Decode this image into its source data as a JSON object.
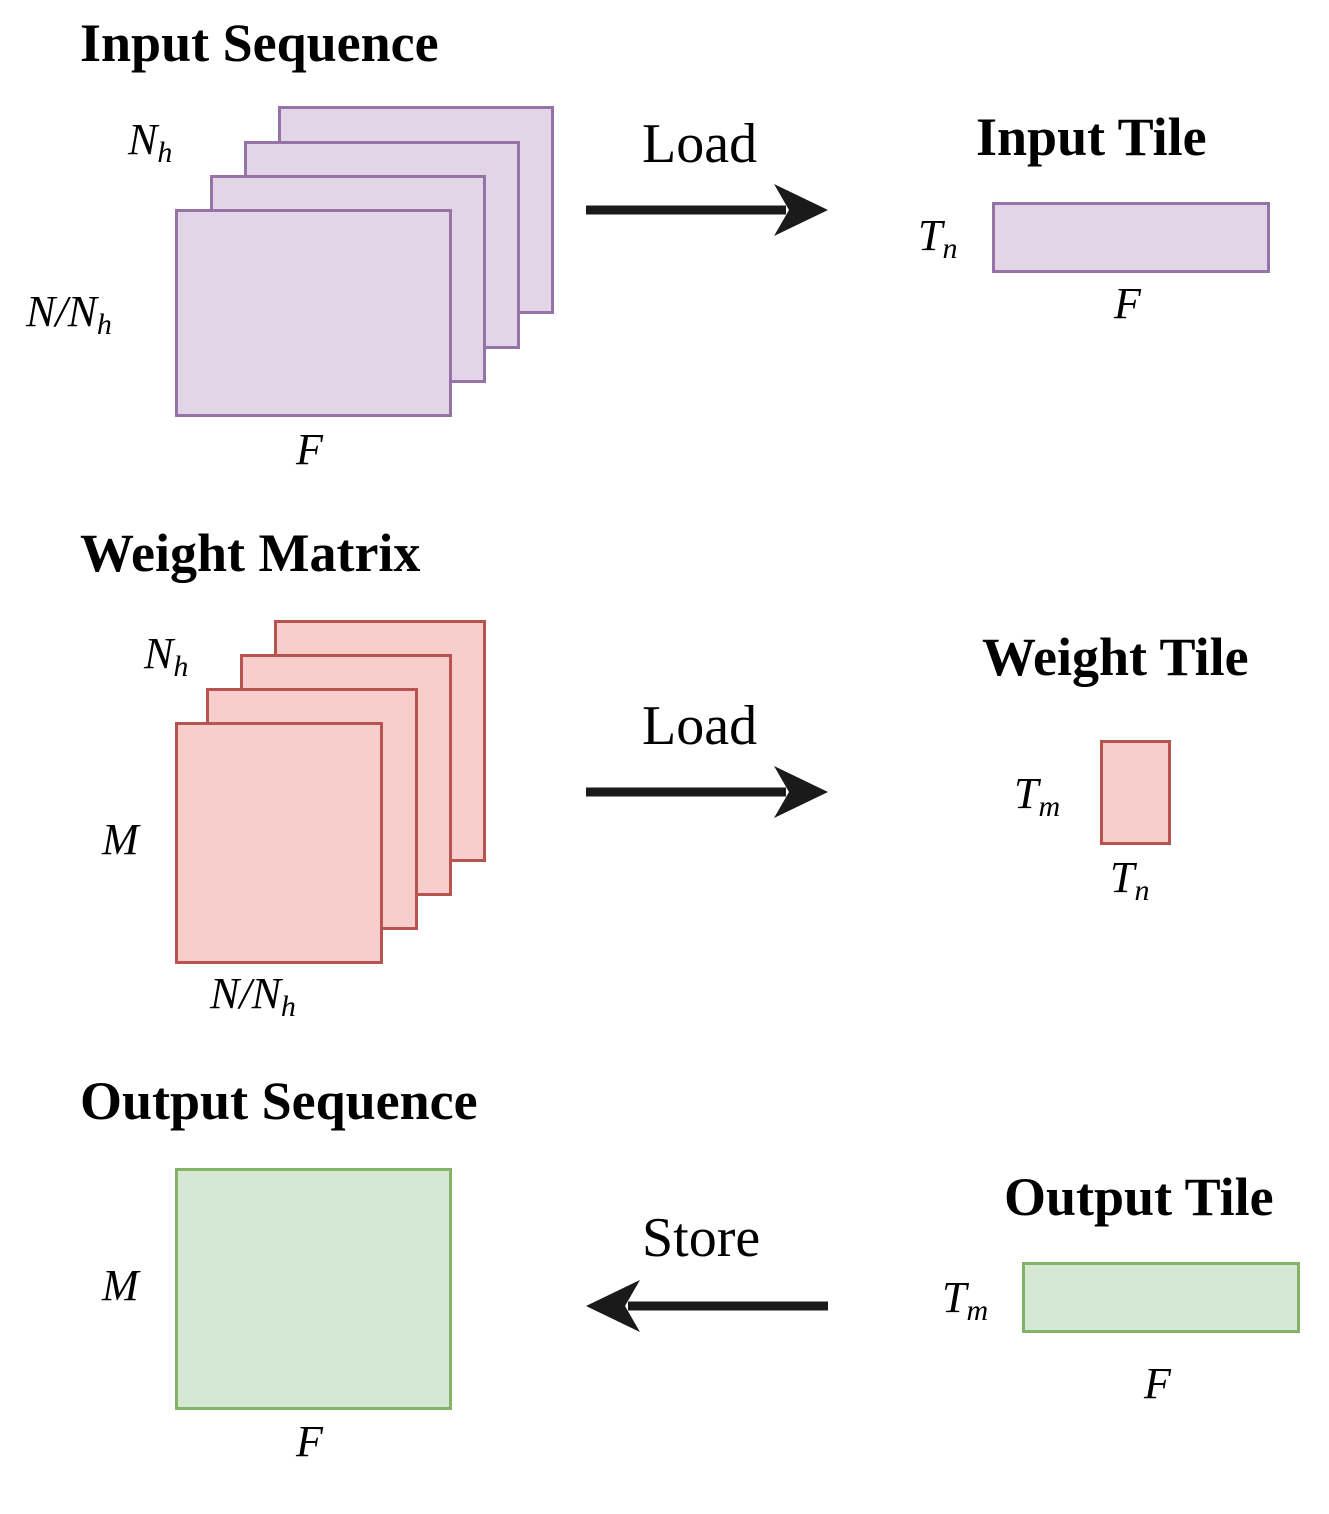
{
  "input": {
    "title": "Input Sequence",
    "label_heads_base": "N",
    "label_heads_sub": "h",
    "label_rows": "N/N",
    "label_rows_sub": "h",
    "label_cols": "F",
    "arrow_label": "Load",
    "tile_title": "Input Tile",
    "tile_rows_base": "T",
    "tile_rows_sub": "n",
    "tile_cols": "F"
  },
  "weight": {
    "title": "Weight Matrix",
    "label_heads_base": "N",
    "label_heads_sub": "h",
    "label_rows": "M",
    "label_cols": "N/N",
    "label_cols_sub": "h",
    "arrow_label": "Load",
    "tile_title": "Weight Tile",
    "tile_rows_base": "T",
    "tile_rows_sub": "m",
    "tile_cols_base": "T",
    "tile_cols_sub": "n"
  },
  "output": {
    "title": "Output Sequence",
    "label_rows": "M",
    "label_cols": "F",
    "arrow_label": "Store",
    "tile_title": "Output Tile",
    "tile_rows_base": "T",
    "tile_rows_sub": "m",
    "tile_cols": "F"
  },
  "colors": {
    "input_fill": "#e1d5e7",
    "input_stroke": "#9673a6",
    "weight_fill": "#f8cecc",
    "weight_stroke": "#b85450",
    "output_fill": "#d5e8d4",
    "output_stroke": "#82b366",
    "arrow": "#1a1a1a"
  }
}
